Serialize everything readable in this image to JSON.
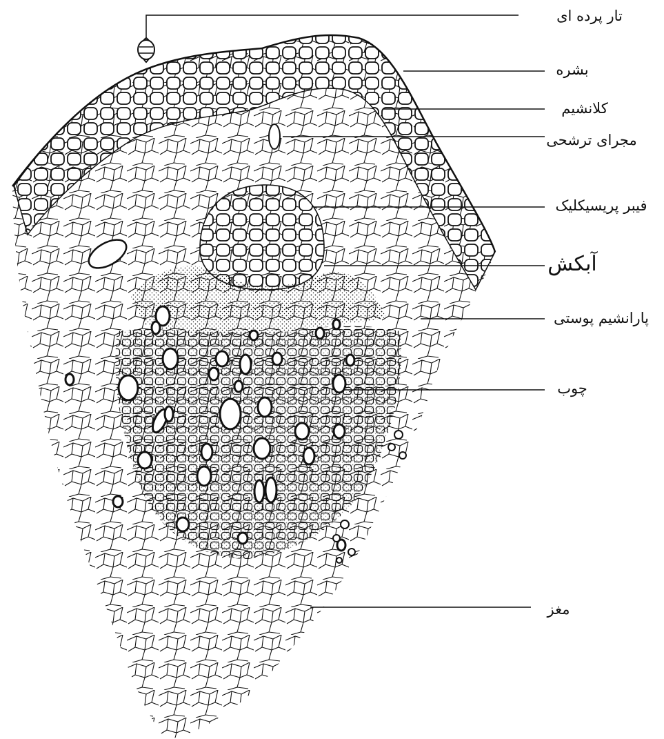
{
  "diagram": {
    "labels": {
      "trichome": "تار پرده ای",
      "epidermis": "بشره",
      "collenchyma": "کلانشیم",
      "resin_duct": "مجرای ترشحی",
      "pericyclic_fiber": "فیبر پریسیکلیک",
      "phloem": "آبکش",
      "cortex_parenchyma": "پارانشیم پوستی",
      "xylem": "چوب",
      "pith": "مغز"
    },
    "colors": {
      "ink": "#111111",
      "background": "#ffffff"
    }
  }
}
